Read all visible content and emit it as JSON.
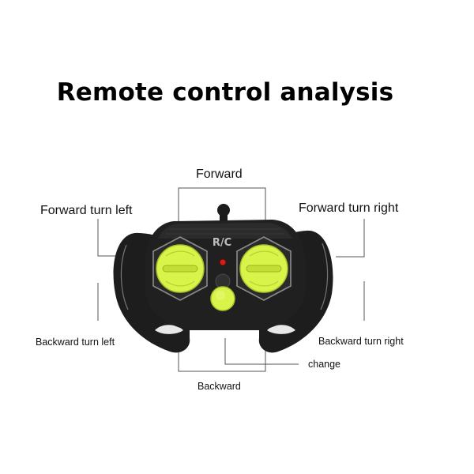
{
  "title": "Remote control analysis",
  "labels": {
    "forward": "Forward",
    "forward_turn_left": "Forward turn left",
    "forward_turn_right": "Forward turn right",
    "backward_turn_left": "Backward turn left",
    "backward_turn_right": "Backward turn right",
    "change": "change",
    "backward": "Backward"
  },
  "device": {
    "logo": "R/C",
    "body_color": "#1a1a1a",
    "button_color": "#d8f34a",
    "indicator_color": "#d0201a"
  }
}
